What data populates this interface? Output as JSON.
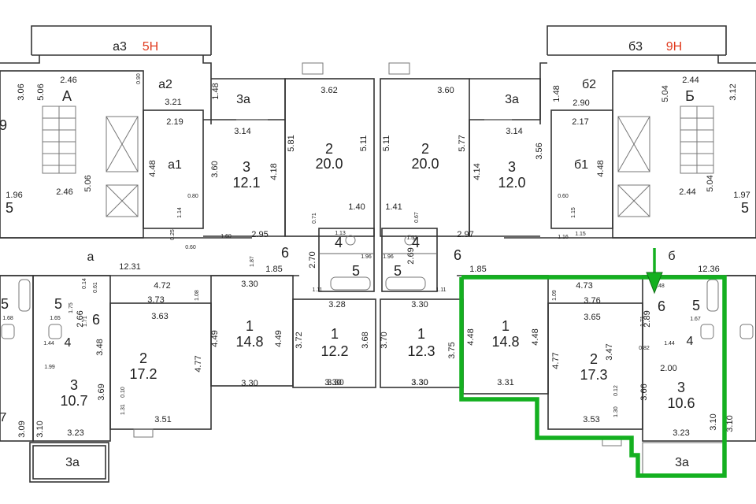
{
  "floor_plan": {
    "section_left_label": "а3",
    "section_left_floors": "5Н",
    "section_right_label": "б3",
    "section_right_floors": "9Н",
    "highlight_color": "#14b020",
    "arrow_color": "#14b020",
    "room_labels": [
      {
        "id": "L-5",
        "text": "5"
      },
      {
        "id": "L-9",
        "text": "9"
      },
      {
        "id": "A",
        "text": "А"
      },
      {
        "id": "a2",
        "text": "а2"
      },
      {
        "id": "a1",
        "text": "а1"
      },
      {
        "id": "3a-l",
        "text": "3а"
      },
      {
        "id": "3-l",
        "text": "3"
      },
      {
        "id": "3-l-area",
        "text": "12.1"
      },
      {
        "id": "2-l",
        "text": "2"
      },
      {
        "id": "2-l-area",
        "text": "20.0"
      },
      {
        "id": "2-r",
        "text": "2"
      },
      {
        "id": "2-r-area",
        "text": "20.0"
      },
      {
        "id": "3a-r",
        "text": "3а"
      },
      {
        "id": "3-r",
        "text": "3"
      },
      {
        "id": "3-r-area",
        "text": "12.0"
      },
      {
        "id": "b1",
        "text": "б1"
      },
      {
        "id": "b2",
        "text": "б2"
      },
      {
        "id": "B",
        "text": "Б"
      },
      {
        "id": "R-5",
        "text": "5"
      },
      {
        "id": "a",
        "text": "а"
      },
      {
        "id": "6-lc",
        "text": "6"
      },
      {
        "id": "4-lc",
        "text": "4"
      },
      {
        "id": "5-lc",
        "text": "5"
      },
      {
        "id": "5-rc",
        "text": "5"
      },
      {
        "id": "4-rc",
        "text": "4"
      },
      {
        "id": "6-rc",
        "text": "6"
      },
      {
        "id": "b",
        "text": "б"
      },
      {
        "id": "5-ll1",
        "text": "5"
      },
      {
        "id": "5-ll2",
        "text": "5"
      },
      {
        "id": "6-ll",
        "text": "6"
      },
      {
        "id": "4-ll",
        "text": "4"
      },
      {
        "id": "3-ll",
        "text": "3"
      },
      {
        "id": "3-ll-area",
        "text": "10.7"
      },
      {
        "id": "3a-ll",
        "text": "3а"
      },
      {
        "id": "7-ll",
        "text": "7"
      },
      {
        "id": "2-ll",
        "text": "2"
      },
      {
        "id": "2-ll-area",
        "text": "17.2"
      },
      {
        "id": "1-ll",
        "text": "1"
      },
      {
        "id": "1-ll-area",
        "text": "14.8"
      },
      {
        "id": "1-lc",
        "text": "1"
      },
      {
        "id": "1-lc-area",
        "text": "12.2"
      },
      {
        "id": "1-rc",
        "text": "1"
      },
      {
        "id": "1-rc-area",
        "text": "12.3"
      },
      {
        "id": "1-rr",
        "text": "1"
      },
      {
        "id": "1-rr-area",
        "text": "14.8"
      },
      {
        "id": "2-rr",
        "text": "2"
      },
      {
        "id": "2-rr-area",
        "text": "17.3"
      },
      {
        "id": "6-rr",
        "text": "6"
      },
      {
        "id": "5-rr",
        "text": "5"
      },
      {
        "id": "4-rr",
        "text": "4"
      },
      {
        "id": "3-rr",
        "text": "3"
      },
      {
        "id": "3-rr-area",
        "text": "10.6"
      },
      {
        "id": "3a-rr",
        "text": "3а"
      }
    ],
    "dimensions": [
      "3.06",
      "2.46",
      "5.06",
      "1.48",
      "3.21",
      "2.19",
      "4.48",
      "2.46",
      "5.06",
      "1.96",
      "3.14",
      "3.60",
      "4.18",
      "3.62",
      "5.81",
      "5.11",
      "5.11",
      "3.60",
      "5.77",
      "3.14",
      "4.14",
      "3.56",
      "1.48",
      "2.90",
      "2.44",
      "5.04",
      "3.12",
      "2.17",
      "4.48",
      "2.44",
      "5.04",
      "1.97",
      "12.31",
      "2.95",
      "1.85",
      "1.40",
      "1.41",
      "2.97",
      "1.85",
      "12.36",
      "4.72",
      "3.30",
      "3.73",
      "3.63",
      "4.49",
      "4.49",
      "4.77",
      "3.28",
      "3.30",
      "3.72",
      "3.68",
      "3.70",
      "3.75",
      "3.30",
      "3.30",
      "3.31",
      "4.48",
      "4.48",
      "4.73",
      "3.76",
      "3.65",
      "4.77",
      "3.47",
      "3.66",
      "3.10",
      "3.23",
      "3.53",
      "3.69",
      "3.10",
      "3.09",
      "3.23",
      "3.51",
      "3.30",
      "3.30",
      "3.30",
      "2.89",
      "1.44",
      "2.00",
      "1.44",
      "1.99",
      "1.75",
      "2.66",
      "1.71",
      "3.48",
      "1.71",
      "0.10",
      "1.31",
      "0.12",
      "1.30",
      "1.67",
      "1.65",
      "1.68",
      "3.10",
      "0.90",
      "0.80",
      "0.60",
      "0.60",
      "1.14",
      "1.15",
      "0.25",
      "1.60",
      "1.16",
      "1.15",
      "1.87",
      "1.11",
      "1.11",
      "0.71",
      "0.67",
      "2.70",
      "2.69",
      "1.96",
      "1.96",
      "1.08",
      "1.09",
      "1.13",
      "1.52",
      "0.61",
      "0.82",
      "0.14",
      "0.48"
    ]
  }
}
